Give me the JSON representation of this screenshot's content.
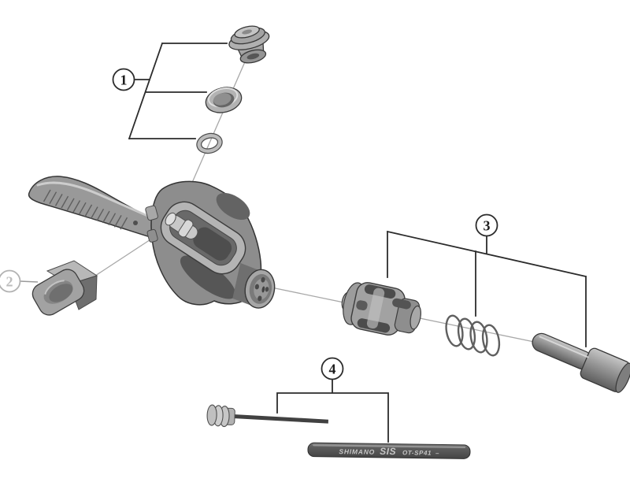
{
  "figure": {
    "type": "exploded-parts-diagram",
    "background": "#ffffff",
    "callouts": [
      {
        "label": "1",
        "state": "normal"
      },
      {
        "label": "2",
        "state": "faded"
      },
      {
        "label": "3",
        "state": "normal"
      },
      {
        "label": "4",
        "state": "normal"
      }
    ],
    "cable_housing": {
      "brand": "SHIMANO",
      "logo": "SIS",
      "model": "OT-SP41",
      "suffix": "–"
    },
    "colors": {
      "line": "#2b2b2b",
      "faded_callout": "#b2b2b2",
      "casing": "#565656",
      "metal_mid": "#9a9a9a"
    }
  }
}
